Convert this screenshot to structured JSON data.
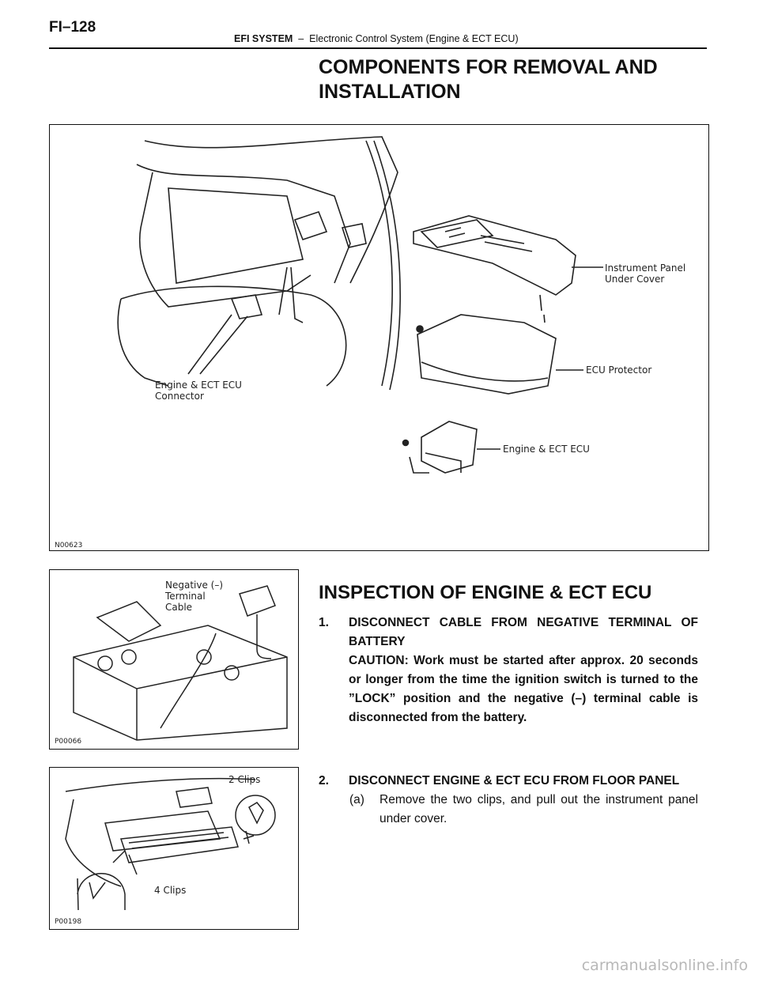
{
  "header": {
    "page_number": "FI–128",
    "section_bold": "EFI SYSTEM",
    "section_rest": "  –  Electronic Control System (Engine & ECT ECU)"
  },
  "main_title": "COMPONENTS FOR REMOVAL AND INSTALLATION",
  "figure_main": {
    "code": "N00623",
    "labels": {
      "under_cover": "Instrument Panel Under Cover",
      "protector": "ECU Protector",
      "ecu": "Engine & ECT ECU",
      "connector": "Engine & ECT ECU Connector"
    }
  },
  "figure_battery": {
    "code": "P00066",
    "label": "Negative (–) Terminal Cable"
  },
  "figure_clips": {
    "code": "P00198",
    "label_top": "2 Clips",
    "label_bottom": "4 Clips"
  },
  "section_title": "INSPECTION OF ENGINE & ECT ECU",
  "steps": [
    {
      "num": "1.",
      "title": "DISCONNECT CABLE FROM NEGATIVE TERMINAL OF BATTERY",
      "caution": "CAUTION: Work must be started after approx. 20 seconds or longer from the time the ignition switch is turned to the ”LOCK” position and the negative (–) terminal cable is disconnected from the battery."
    },
    {
      "num": "2.",
      "title": "DISCONNECT ENGINE & ECT ECU FROM FLOOR PANEL",
      "substeps": [
        {
          "num": "(a)",
          "text": "Remove the two clips, and pull out the instrument panel under cover."
        }
      ]
    }
  ],
  "watermark": "carmanualsonline.info"
}
